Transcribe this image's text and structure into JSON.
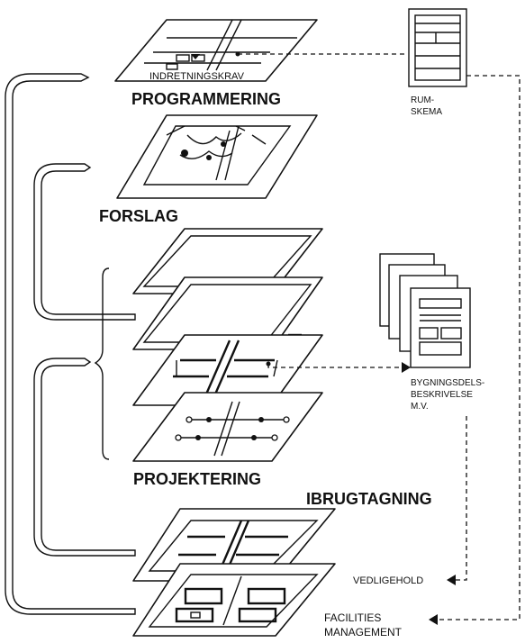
{
  "labels": {
    "indretningskrav": "INDRETNINGSKRAV",
    "programmering": "PROGRAMMERING",
    "forslag": "FORSLAG",
    "projektering": "PROJEKTERING",
    "ibrugtagning": "IBRUGTAGNING",
    "rumskema_line1": "RUM-",
    "rumskema_line2": "SKEMA",
    "bygningsdels_line1": "BYGNINGSDELS-",
    "bygningsdels_line2": "BESKRIVELSE",
    "bygningsdels_line3": "M.V.",
    "vedligehold": "VEDLIGEHOLD",
    "facilities_line1": "FACILITIES",
    "facilities_line2": "MANAGEMENT"
  },
  "colors": {
    "ink": "#111111",
    "paper": "#ffffff"
  }
}
